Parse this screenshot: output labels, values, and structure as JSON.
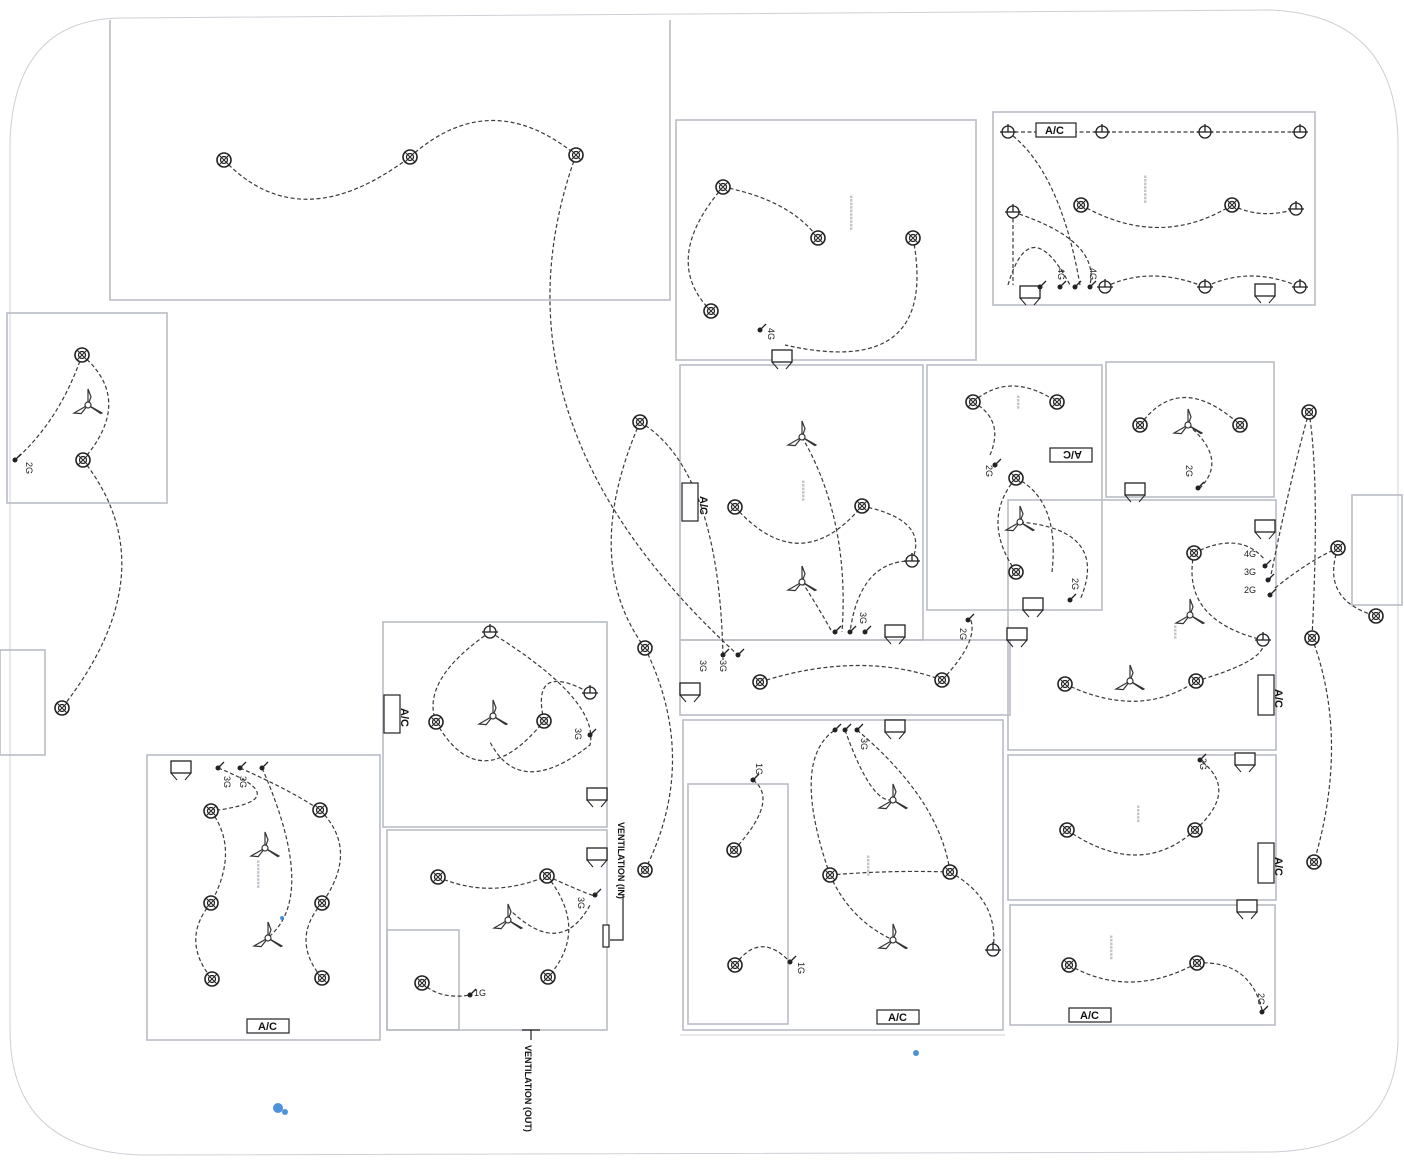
{
  "ac_label": "A/C",
  "switch_labels": {
    "s1G": "1G",
    "s2G": "2G",
    "s3G": "3G",
    "s4G": "4G"
  },
  "ventilation_in": "VENTILATION (IN)",
  "ventilation_out": "VENTILATION (OUT)",
  "colors": {
    "walls": "#b9bcc4",
    "wiring": "#3a3a3a",
    "fixtures": "#222222",
    "ink_marks": "#2f7fd6"
  },
  "icons": [
    "ceiling-light-icon",
    "ceiling-fan-icon",
    "wall-light-icon",
    "switch-icon",
    "ac-unit-icon",
    "exhaust-icon"
  ]
}
